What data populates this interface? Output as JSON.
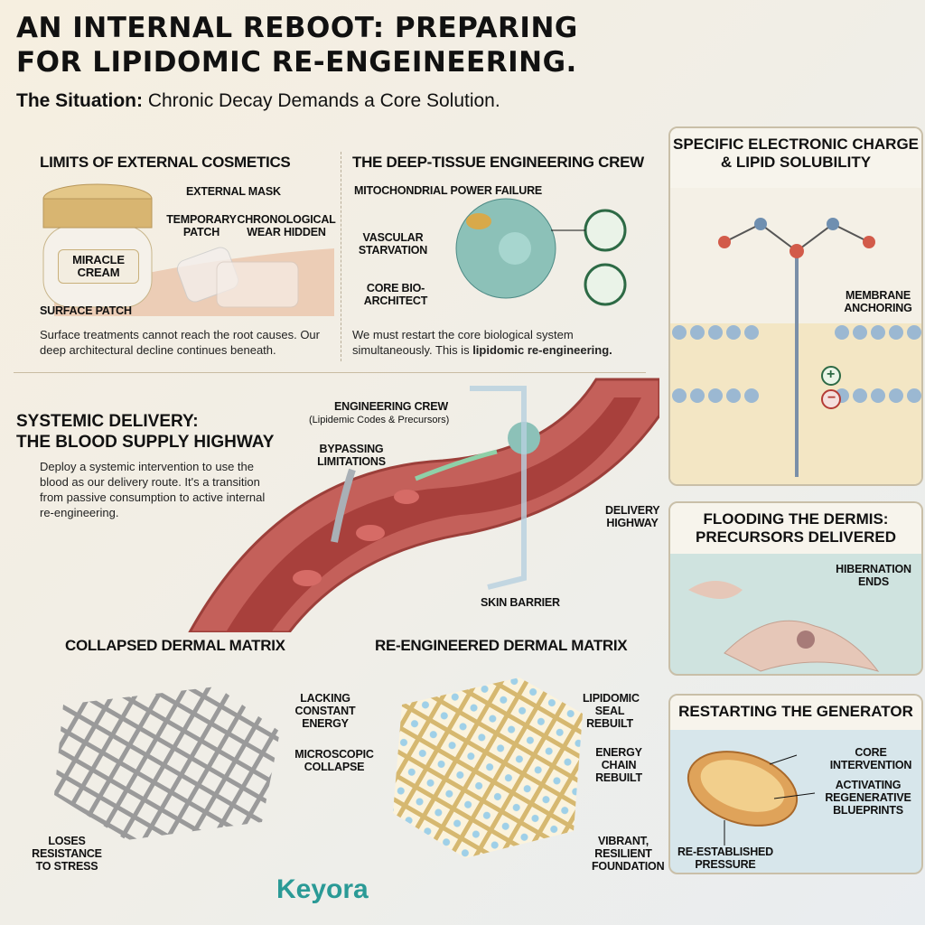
{
  "title": {
    "line1": "AN INTERNAL REBOOT: PREPARING",
    "line2": "FOR LIPIDOMIC RE-ENGEINEERING."
  },
  "subtitle": {
    "bold": "The Situation:",
    "rest": " Chronic Decay Demands a Core Solution."
  },
  "cosmetics": {
    "heading": "LIMITS OF EXTERNAL COSMETICS",
    "jar_label": "MIRACLE CREAM",
    "labels": [
      "EXTERNAL MASK",
      "TEMPORARY PATCH",
      "CHRONOLOGICAL WEAR HIDDEN",
      "SURFACE PATCH"
    ],
    "body": "Surface treatments cannot reach the root causes. Our deep architectural decline continues beneath."
  },
  "crew": {
    "heading": "THE DEEP-TISSUE ENGINEERING CREW",
    "labels": [
      "MITOCHONDRIAL POWER FAILURE",
      "VASCULAR STARVATION",
      "CORE BIO-ARCHITECT"
    ],
    "body_start": "We must restart the core biological system simultaneously. This is ",
    "body_bold": "lipidomic re-engineering."
  },
  "delivery": {
    "heading1": "SYSTEMIC DELIVERY:",
    "heading2": "THE BLOOD SUPPLY HIGHWAY",
    "body": "Deploy a systemic intervention to use the blood as our delivery route. It's a transition from passive consumption to active internal re-engineering.",
    "crew_label": "ENGINEERING CREW",
    "crew_sub": "(Lipidemic Codes & Precursors)",
    "bypass": "BYPASSING LIMITATIONS",
    "highway": "DELIVERY HIGHWAY",
    "barrier": "SKIN BARRIER"
  },
  "collapsed": {
    "heading": "COLLAPSED DERMAL MATRIX",
    "labels": [
      "LACKING CONSTANT ENERGY",
      "MICROSCOPIC COLLAPSE",
      "LOSES RESISTANCE TO STRESS"
    ]
  },
  "reengineered": {
    "heading": "RE-ENGINEERED DERMAL MATRIX",
    "labels": [
      "LIPIDOMIC SEAL REBUILT",
      "ENERGY CHAIN REBUILT",
      "VIBRANT, RESILIENT FOUNDATION"
    ]
  },
  "panel_charge": {
    "heading": "SPECIFIC ELECTRONIC CHARGE & LIPID SOLUBILITY",
    "label": "MEMBRANE ANCHORING",
    "plus": "+",
    "minus": "−"
  },
  "panel_dermis": {
    "heading": "FLOODING THE DERMIS: PRECURSORS DELIVERED",
    "label": "HIBERNATION ENDS"
  },
  "panel_generator": {
    "heading": "RESTARTING THE GENERATOR",
    "labels": [
      "CORE INTERVENTION",
      "ACTIVATING REGENERATIVE BLUEPRINTS",
      "RE-ESTABLISHED PRESSURE"
    ]
  },
  "logo": "Keyora",
  "colors": {
    "teal": "#2a9a96",
    "blood": "#c0524c",
    "gold": "#d9b56a"
  }
}
